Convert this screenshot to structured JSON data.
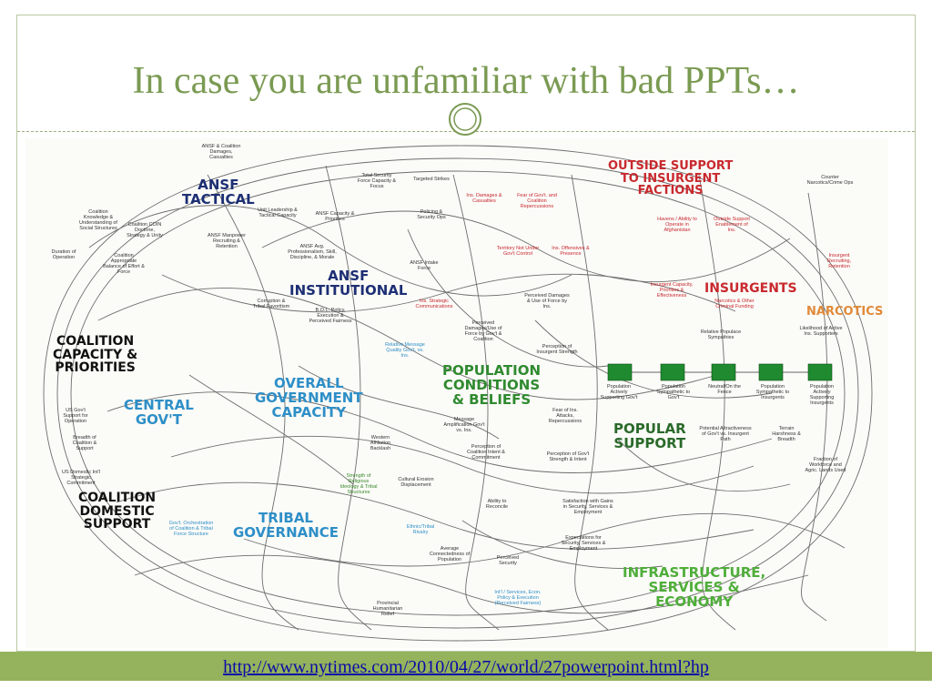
{
  "slide": {
    "title": "In case you are unfamiliar with bad PPTs…",
    "footer_link": "http://www.nytimes.com/2010/04/27/world/27powerpoint.html?hp"
  },
  "diagram": {
    "big_labels": [
      {
        "id": "ansf-tactical",
        "text": "ANSF\nTACTICAL",
        "color": "#1d2f74"
      },
      {
        "id": "ansf-institutional",
        "text": "ANSF\nINSTITUTIONAL",
        "color": "#1d2f74"
      },
      {
        "id": "outside-support",
        "text": "OUTSIDE SUPPORT\nTO INSURGENT\nFACTIONS",
        "color": "#c8292e"
      },
      {
        "id": "insurgents",
        "text": "INSURGENTS",
        "color": "#c8292e"
      },
      {
        "id": "narcotics",
        "text": "NARCOTICS",
        "color": "#e08a3a"
      },
      {
        "id": "coalition-capacity",
        "text": "COALITION\nCAPACITY &\nPRIORITIES",
        "color": "#111111"
      },
      {
        "id": "overall-govt",
        "text": "OVERALL\nGOVERNMENT\nCAPACITY",
        "color": "#2e8fc7"
      },
      {
        "id": "central-govt",
        "text": "CENTRAL\nGOV'T",
        "color": "#2e8fc7"
      },
      {
        "id": "population",
        "text": "POPULATION\nCONDITIONS\n& BELIEFS",
        "color": "#2f8a2f"
      },
      {
        "id": "popular-support",
        "text": "POPULAR\nSUPPORT",
        "color": "#2a6a2a"
      },
      {
        "id": "coalition-domestic",
        "text": "COALITION\nDOMESTIC\nSUPPORT",
        "color": "#111111"
      },
      {
        "id": "tribal-governance",
        "text": "TRIBAL\nGOVERNANCE",
        "color": "#2e8fc7"
      },
      {
        "id": "infrastructure",
        "text": "INFRASTRUCTURE,\nSERVICES &\nECONOMY",
        "color": "#4fae3a"
      }
    ],
    "small_labels": [
      "ANSF & Coalition Damages, Casualties",
      "Total Security Force Capacity & Focus",
      "Targeted Strikes",
      "Ins. Damages & Casualties",
      "Fear of Gov't. and Coalition Repercussions",
      "Counter Narcotics/Crime Ops",
      "Coalition Knowledge & Understanding of Social Structures",
      "Coalition COIN Doctrine, Strategy & Unity",
      "ANSF Manpower Recruiting & Retention",
      "Unit Leadership & Tactical Capacity",
      "ANSF Capacity & Priorities",
      "Policing & Security Ops",
      "Territory Not Under Gov't Control",
      "Ins. Offensives & Presence",
      "Havens / Ability to Operate in Afghanistan",
      "Outside Support Enablement of Ins.",
      "Duration of Operation",
      "Coalition Appropriate Balance of Effort & Force",
      "ANSF Avg. Professionalism, Skill, Discipline, & Morale",
      "ANSF Intake Force",
      "Ins. Strategic Communications",
      "Perceived Damages/Use of Force by Gov't & Coalition",
      "Perceived Damages & Use of Force by Ins.",
      "Insurgent Capacity, Priorities & Effectiveness",
      "Narcotics & Other Criminal Funding",
      "Insurgent Recruiting, Retention",
      "Corruption & Tribal Favoritism",
      "B.O.L. Policy, Execution & Perceived Fairness",
      "Relative Message Quality Gov't. vs. Ins.",
      "Perception of Insurgent Strength",
      "Relative Populace Sympathies",
      "Likelihood of Active Ins. Supporters",
      "Western Affiliation Backlash",
      "Message Amplification Gov't vs. Ins.",
      "Fear of Ins. Attacks, Repercussions",
      "Population Actively Supporting Gov't",
      "Population Sympathetic to Gov't",
      "Neutral/On the Fence",
      "Population Sympathetic to Insurgents",
      "Population Actively Supporting Insurgents",
      "Potential Attractiveness of Gov't vs. Insurgent Path",
      "Terrain Harshness & Breadth",
      "Perception of Coalition Intent & Commitment",
      "Perception of Gov't Strength & Intent",
      "Strength of Religious Ideology & Tribal Structures",
      "Cultural Erosion Displacement",
      "Ability to Reconcile",
      "Satisfaction with Gains in Security, Services & Employment",
      "Fraction of Workforce and Agric. Lands Used",
      "Average Connectedness of Population",
      "Perceived Security",
      "Expectations for Security, Services & Employment",
      "Provincial Humanitarian Relief",
      "Int'l / Services, Econ. Policy & Execution (Perceived Fairness)",
      "Ethnic/Tribal Rivalry",
      "Gov't. Orchestration of Coalition & Tribal Force Structure",
      "US Domestic Int'l Strategic Commitment",
      "US Gov't Support for Operation",
      "Breadth of Coalition & Support"
    ]
  }
}
